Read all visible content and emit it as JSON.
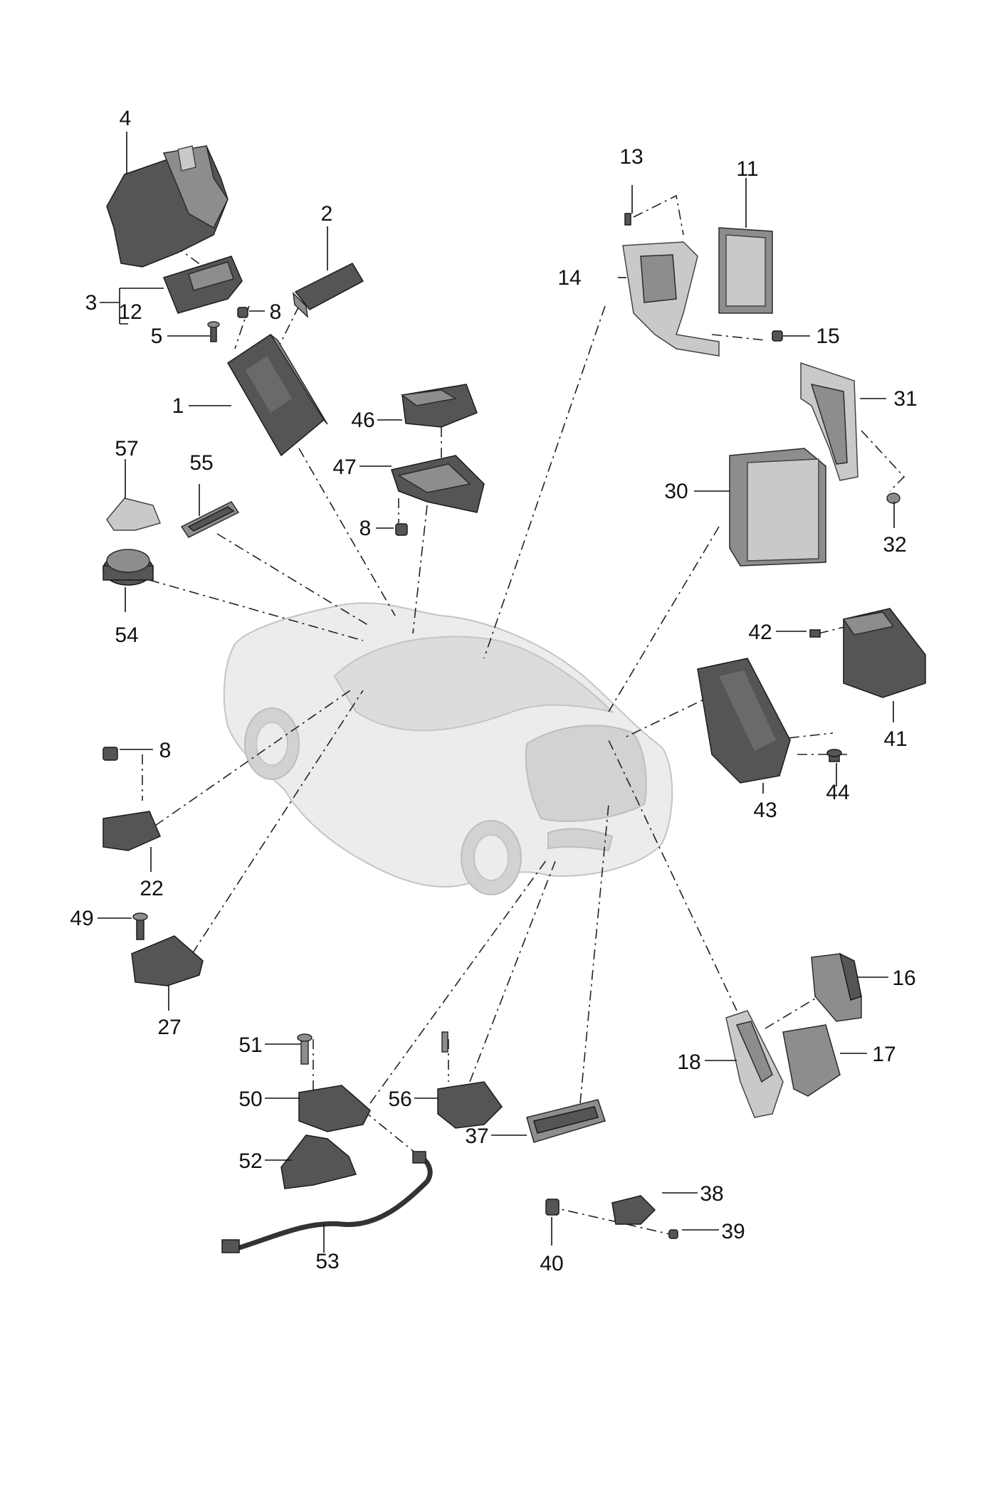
{
  "labels": {
    "l1": "1",
    "l2": "2",
    "l3": "3",
    "l4": "4",
    "l5": "5",
    "l8a": "8",
    "l8b": "8",
    "l8c": "8",
    "l11": "11",
    "l12": "12",
    "l13": "13",
    "l14": "14",
    "l15": "15",
    "l16": "16",
    "l17": "17",
    "l18": "18",
    "l22": "22",
    "l27": "27",
    "l30": "30",
    "l31": "31",
    "l32": "32",
    "l37": "37",
    "l38": "38",
    "l39": "39",
    "l40": "40",
    "l41": "41",
    "l42": "42",
    "l43": "43",
    "l44": "44",
    "l46": "46",
    "l47": "47",
    "l49": "49",
    "l50": "50",
    "l51": "51",
    "l52": "52",
    "l53": "53",
    "l54": "54",
    "l55": "55",
    "l56": "56",
    "l57": "57"
  },
  "colors": {
    "part_dark": "#3a3a3a",
    "part_light": "#8d8d8d",
    "vehicle": "#ececec",
    "lines": "#111111"
  }
}
